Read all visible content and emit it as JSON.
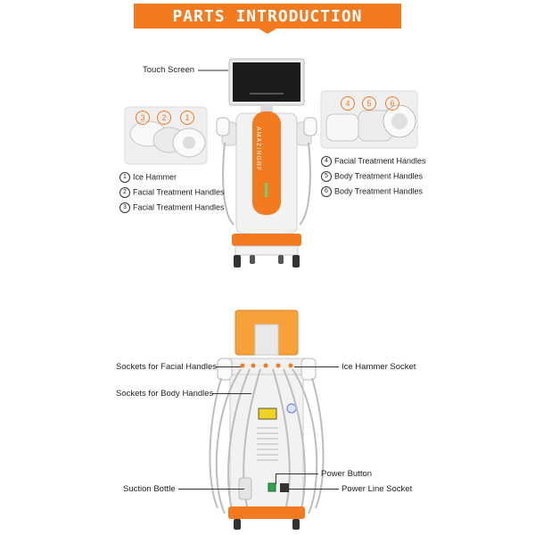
{
  "header": {
    "title": "PARTS INTRODUCTION"
  },
  "device": {
    "brand": "AMAZINGRF"
  },
  "colors": {
    "accent": "#f47a20",
    "body": "#f2f2f2",
    "screen": "#1b1b1b"
  },
  "callouts": {
    "handle_numbers": [
      "1",
      "2",
      "3",
      "4",
      "5",
      "6"
    ]
  },
  "top_diagram": {
    "touch_screen": "Touch Screen",
    "left_legend": [
      {
        "num": "1",
        "label": "Ice Hammer"
      },
      {
        "num": "2",
        "label": "Facial Treatment Handles"
      },
      {
        "num": "3",
        "label": "Facial Treatment Handles"
      }
    ],
    "right_legend": [
      {
        "num": "4",
        "label": "Facial Treatment Handles"
      },
      {
        "num": "5",
        "label": "Body Treatment Handles"
      },
      {
        "num": "6",
        "label": "Body Treatment Handles"
      }
    ]
  },
  "bottom_diagram": {
    "sockets_facial": "Sockets for Facial Handles",
    "sockets_body": "Sockets for Body Handles",
    "suction_bottle": "Suction Bottle",
    "ice_hammer_socket": "Ice Hammer Socket",
    "power_button": "Power Button",
    "power_line_socket": "Power Line Socket"
  }
}
